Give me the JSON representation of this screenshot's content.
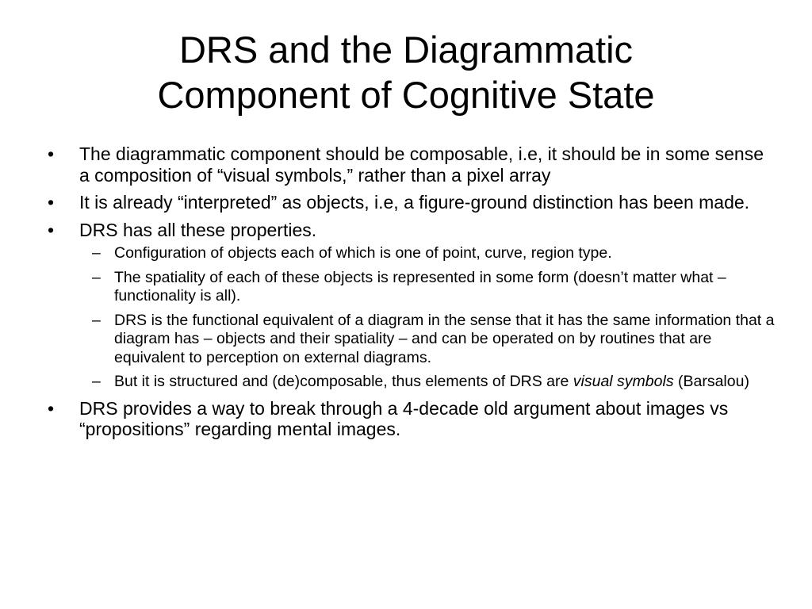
{
  "slide": {
    "title_line1": "DRS and the Diagrammatic",
    "title_line2": "Component of Cognitive State",
    "bullet_symbol": "•",
    "dash_symbol": "–",
    "bullets": [
      {
        "text": "The diagrammatic component should be composable, i.e, it should be in some sense a composition of “visual symbols,” rather than a pixel array"
      },
      {
        "text": "It is already “interpreted” as objects, i.e, a figure-ground distinction has been made."
      },
      {
        "text": "DRS has all these properties.",
        "subitems": [
          {
            "text": "Configuration of objects each of which is one of point, curve, region type."
          },
          {
            "text": "The spatiality of each of these objects is represented in some form (doesn’t matter what – functionality is all)."
          },
          {
            "text": "DRS is the functional equivalent of a diagram in the sense that it has the same information that a diagram has – objects and their spatiality – and can be operated on by routines that are equivalent to perception on external diagrams."
          },
          {
            "text_before": "But it is structured and (de)composable, thus elements of DRS are ",
            "text_italic": "visual symbols",
            "text_after": " (Barsalou)"
          }
        ]
      },
      {
        "text": "DRS provides a way to break through a 4-decade old argument about images vs “propositions” regarding mental images."
      }
    ]
  }
}
